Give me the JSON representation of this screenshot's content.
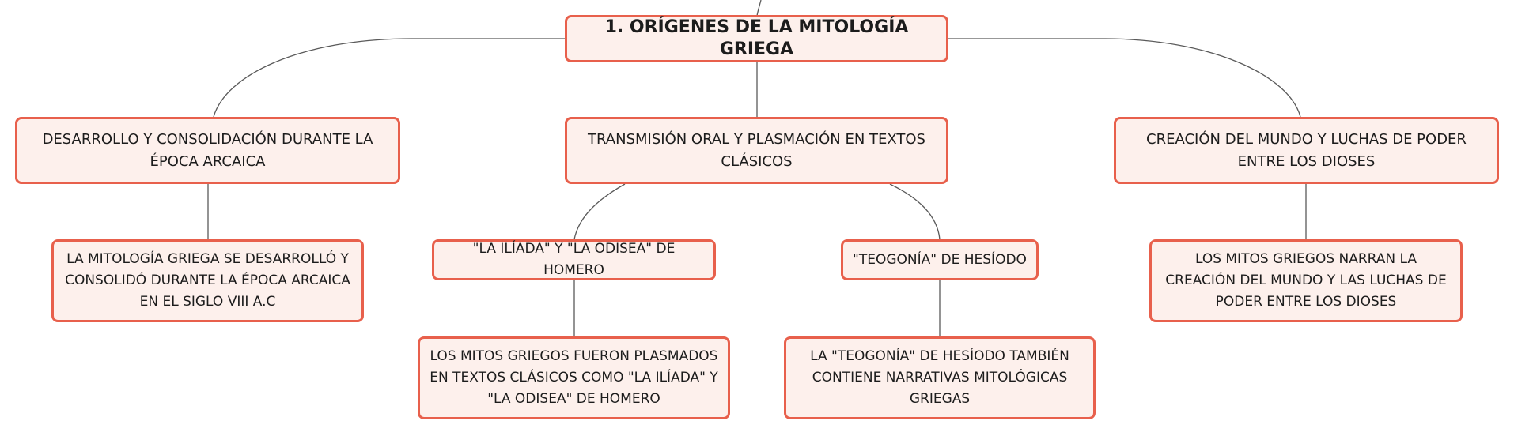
{
  "diagram": {
    "root": {
      "label": "1. ORÍGENES DE LA MITOLOGÍA GRIEGA"
    },
    "topics": [
      {
        "label": "DESARROLLO Y CONSOLIDACIÓN DURANTE LA ÉPOCA ARCAICA",
        "children": [
          {
            "label": "LA MITOLOGÍA GRIEGA SE DESARROLLÓ Y CONSOLIDÓ DURANTE LA ÉPOCA ARCAICA EN EL SIGLO VIII A.C"
          }
        ]
      },
      {
        "label": "TRANSMISIÓN ORAL Y PLASMACIÓN EN TEXTOS CLÁSICOS",
        "children": [
          {
            "label": "\"LA ILÍADA\" Y \"LA ODISEA\" DE HOMERO",
            "children": [
              {
                "label": "LOS MITOS GRIEGOS FUERON PLASMADOS EN TEXTOS CLÁSICOS COMO \"LA ILÍADA\" Y \"LA ODISEA\" DE HOMERO"
              }
            ]
          },
          {
            "label": "\"TEOGONÍA\" DE HESÍODO",
            "children": [
              {
                "label": "LA \"TEOGONÍA\" DE HESÍODO TAMBIÉN CONTIENE NARRATIVAS MITOLÓGICAS GRIEGAS"
              }
            ]
          }
        ]
      },
      {
        "label": "CREACIÓN DEL MUNDO Y LUCHAS DE PODER ENTRE LOS DIOSES",
        "children": [
          {
            "label": "LOS MITOS GRIEGOS NARRAN LA CREACIÓN DEL MUNDO Y LAS LUCHAS DE PODER ENTRE LOS DIOSES"
          }
        ]
      }
    ]
  }
}
